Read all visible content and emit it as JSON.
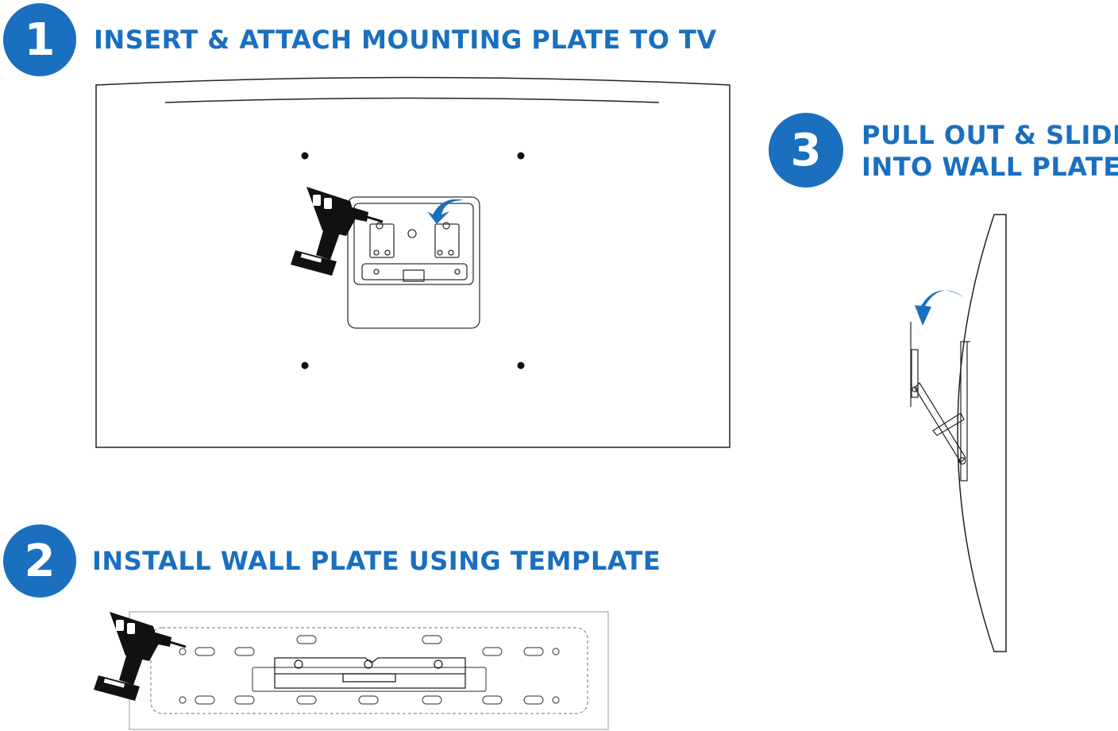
{
  "colors": {
    "accent": "#1a6fbf",
    "line": "#1a1a1a"
  },
  "steps": [
    {
      "number": "1",
      "title": "INSERT & ATTACH MOUNTING PLATE TO TV"
    },
    {
      "number": "2",
      "title": "INSTALL WALL PLATE USING TEMPLATE"
    },
    {
      "number": "3",
      "title_line1": "PULL OUT & SLIDE",
      "title_line2": "INTO WALL PLATE"
    }
  ],
  "icons": [
    "drill-icon",
    "curved-arrow-icon"
  ]
}
